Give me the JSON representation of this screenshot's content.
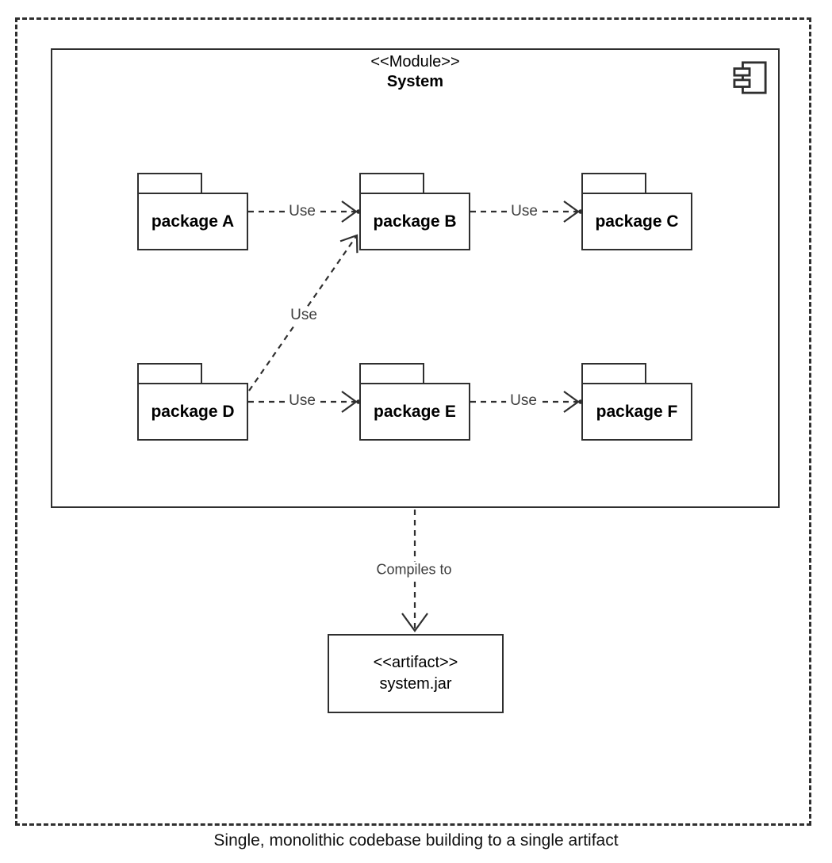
{
  "diagram": {
    "module": {
      "stereotype": "<<Module>>",
      "name": "System"
    },
    "packages": [
      {
        "id": "A",
        "label": "package A"
      },
      {
        "id": "B",
        "label": "package B"
      },
      {
        "id": "C",
        "label": "package C"
      },
      {
        "id": "D",
        "label": "package D"
      },
      {
        "id": "E",
        "label": "package E"
      },
      {
        "id": "F",
        "label": "package F"
      }
    ],
    "edges": [
      {
        "from": "package A",
        "to": "package B",
        "label": "Use",
        "style": "dashed-open-arrow"
      },
      {
        "from": "package B",
        "to": "package C",
        "label": "Use",
        "style": "dashed-open-arrow"
      },
      {
        "from": "package D",
        "to": "package B",
        "label": "Use",
        "style": "dashed-open-arrow"
      },
      {
        "from": "package D",
        "to": "package E",
        "label": "Use",
        "style": "dashed-open-arrow"
      },
      {
        "from": "package E",
        "to": "package F",
        "label": "Use",
        "style": "dashed-open-arrow"
      },
      {
        "from": "System",
        "to": "system.jar",
        "label": "Compiles to",
        "style": "dashed-open-arrow"
      }
    ],
    "artifact": {
      "stereotype": "<<artifact>>",
      "name": "system.jar"
    },
    "caption": "Single, monolithic codebase building to a single artifact",
    "icons": {
      "component": "uml-component-icon"
    },
    "colors": {
      "stroke": "#2f2f2f",
      "background": "#ffffff",
      "label_text": "#3d3d3d"
    }
  }
}
